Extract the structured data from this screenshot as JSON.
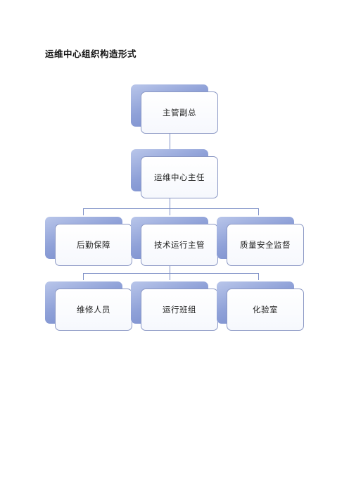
{
  "page": {
    "title": "运维中心组织构造形式"
  },
  "org": {
    "level1": {
      "label": "主管副总"
    },
    "level2": {
      "label": "运维中心主任"
    },
    "level3": [
      {
        "label": "后勤保障"
      },
      {
        "label": "技术运行主管"
      },
      {
        "label": "质量安全监督"
      }
    ],
    "level4": [
      {
        "label": "维修人员"
      },
      {
        "label": "运行班组"
      },
      {
        "label": "化验室"
      }
    ]
  }
}
